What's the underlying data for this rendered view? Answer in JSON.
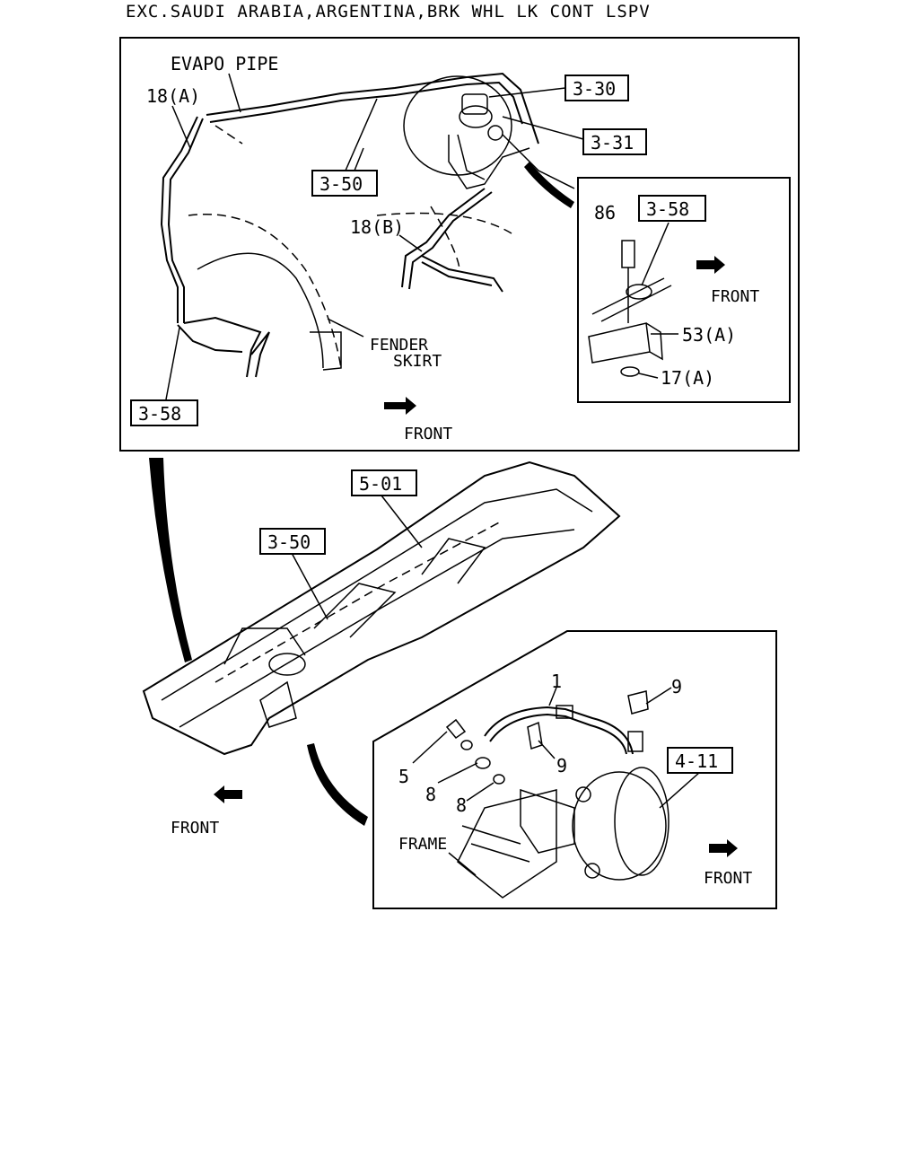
{
  "title": "EXC.SAUDI ARABIA,ARGENTINA,BRK WHL LK CONT LSPV",
  "upper_panel": {
    "labels": {
      "evapo_pipe": "EVAPO PIPE",
      "pipe_18a": "18(A)",
      "pipe_18b": "18(B)",
      "fender": "FENDER",
      "skirt": "SKIRT",
      "front": "FRONT"
    },
    "ref_boxes": {
      "r330": "3-30",
      "r331": "3-31",
      "r350": "3-50",
      "r358": "3-58"
    }
  },
  "inset_panel": {
    "labels": {
      "bolt": "86",
      "front": "FRONT",
      "bracket": "53(A)",
      "washer": "17(A)"
    },
    "ref_boxes": {
      "r358": "3-58"
    }
  },
  "frame_view": {
    "ref_boxes": {
      "r501": "5-01",
      "r350": "3-50"
    },
    "labels": {
      "front": "FRONT"
    }
  },
  "lower_inset": {
    "labels": {
      "hose": "1",
      "clip_top": "9",
      "bolt": "5",
      "washer_a": "8",
      "washer_b": "8",
      "clip_mid": "9",
      "frame": "FRAME",
      "front": "FRONT"
    },
    "ref_boxes": {
      "r411": "4-11"
    }
  }
}
